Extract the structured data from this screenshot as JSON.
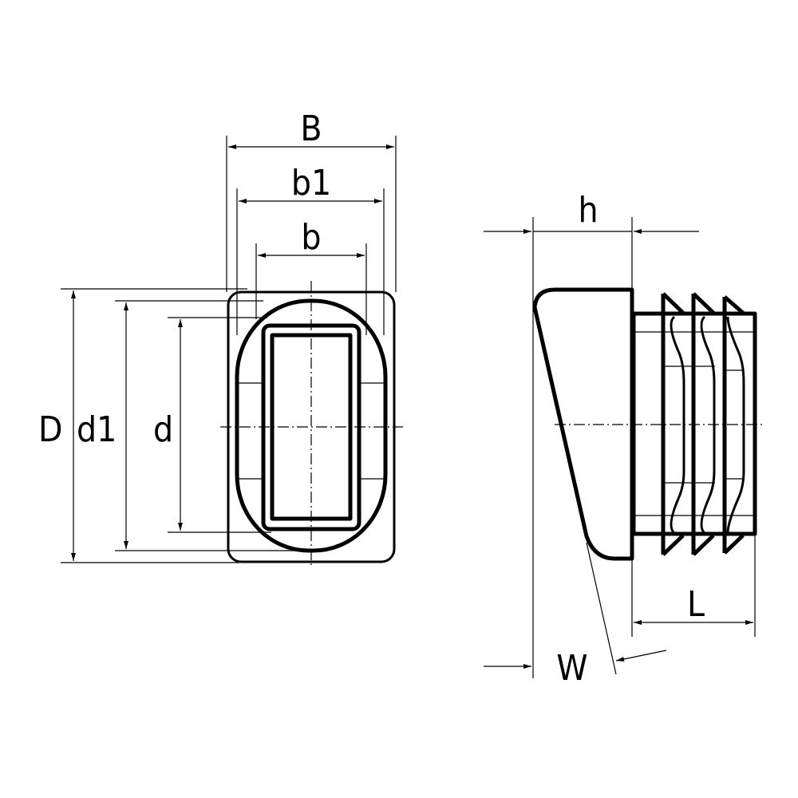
{
  "drawing": {
    "title": "Rectangular tube end cap with ribs — dimension drawing",
    "front_view": {
      "labels": {
        "B": "B",
        "b1": "b1",
        "b": "b",
        "D": "D",
        "d1": "d1",
        "d": "d"
      }
    },
    "side_view": {
      "labels": {
        "h": "h",
        "L": "L",
        "W": "W"
      }
    },
    "colors": {
      "line": "#000000",
      "background": "#ffffff"
    }
  }
}
